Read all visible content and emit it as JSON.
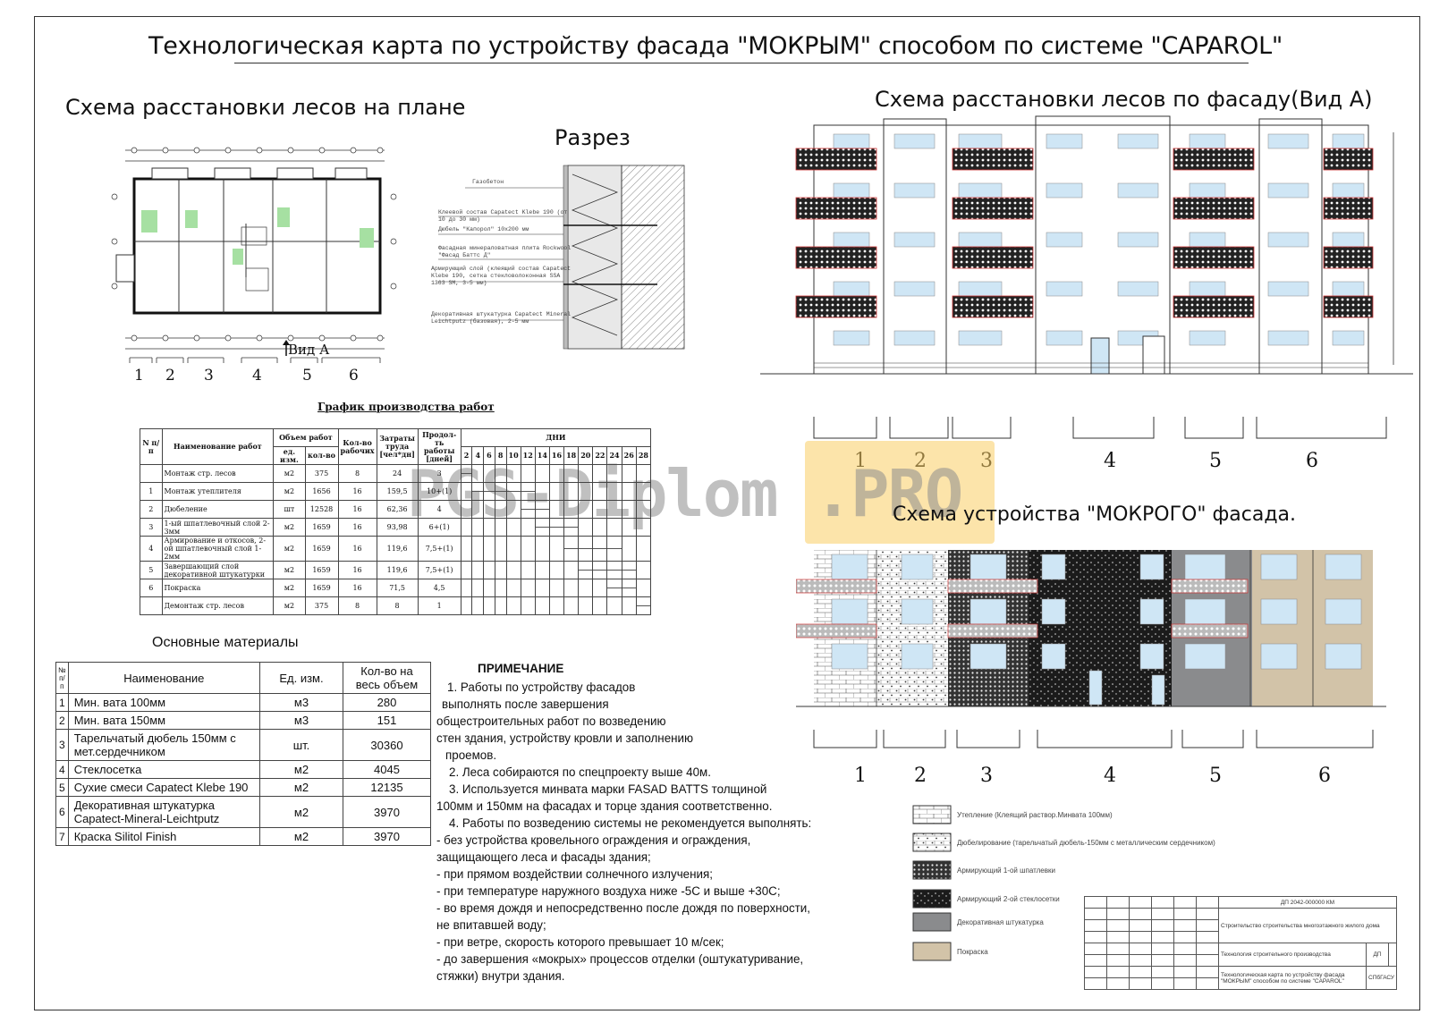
{
  "title": "Технологическая карта по устройству фасада \"МОКРЫМ\" способом по системе \"CAPAROL\"",
  "plan": {
    "heading": "Схема расстановки лесов на плане",
    "view_label": "Вид А",
    "sections": [
      "1",
      "2",
      "3",
      "4",
      "5",
      "6"
    ]
  },
  "section_cut": {
    "heading": "Разрез",
    "labels": [
      "Газобетон",
      "Клеевой состав Capatect Klebe 190 (от 10 до 30 мм)",
      "Дюбель \"Капорол\" 10x200 мм",
      "Фасадная минераловатная плита Rockwool \"Фасад Баттс Д\"",
      "Армирующий слой (клеящий состав Capatect Klebe 190, сетка стекловолоконная SSA 1363 SM, 3-5 мм)",
      "Декоративная штукатурка Capatect Mineral Leichtputz (базовая), 2-5 мм"
    ]
  },
  "facade": {
    "heading": "Схема расстановки лесов по фасаду(Вид А)",
    "sections": [
      "1",
      "2",
      "3",
      "4",
      "5",
      "6"
    ]
  },
  "wet": {
    "heading": "Схема устройства \"МОКРОГО\" фасада.",
    "sections": [
      "1",
      "2",
      "3",
      "4",
      "5",
      "6"
    ],
    "colors": {
      "wall": "#ffffff",
      "grey": "#8a8b8d",
      "beige": "#d2c3a8",
      "black": "#1b1b1b",
      "window": "#cfe6f5"
    }
  },
  "watermark": "PGS-Diplom .PRO",
  "schedule": {
    "heading": "График производства работ",
    "headers": {
      "n": "N п/п",
      "name": "Наименование работ",
      "volume": "Объем работ",
      "unit": "ед. изм.",
      "qty": "кол-во",
      "workers": "Кол-во рабочих",
      "labor": "Затраты труда [чел*дн]",
      "duration": "Продол-ть работы [дней]",
      "days": "ДНИ"
    },
    "day_marks": [
      "2",
      "4",
      "6",
      "8",
      "10",
      "12",
      "14",
      "16",
      "18",
      "20",
      "22",
      "24",
      "26",
      "28"
    ],
    "rows": [
      {
        "n": "",
        "name": "Монтаж стр. лесов",
        "unit": "м2",
        "qty": "375",
        "workers": "8",
        "labor": "24",
        "dur": "3"
      },
      {
        "n": "1",
        "name": "Монтаж утеплителя",
        "unit": "м2",
        "qty": "1656",
        "workers": "16",
        "labor": "159,5",
        "dur": "10+(1)"
      },
      {
        "n": "2",
        "name": "Дюбеление",
        "unit": "шт",
        "qty": "12528",
        "workers": "16",
        "labor": "62,36",
        "dur": "4"
      },
      {
        "n": "3",
        "name": "1-ый шпатлевочный слой 2-3мм",
        "unit": "м2",
        "qty": "1659",
        "workers": "16",
        "labor": "93,98",
        "dur": "6+(1)"
      },
      {
        "n": "4",
        "name": "Армирование и откосов, 2-ой шпатлевочный слой 1-2мм",
        "unit": "м2",
        "qty": "1659",
        "workers": "16",
        "labor": "119,6",
        "dur": "7,5+(1)"
      },
      {
        "n": "5",
        "name": "Завершающий слой декоративной штукатурки",
        "unit": "м2",
        "qty": "1659",
        "workers": "16",
        "labor": "119,6",
        "dur": "7,5+(1)"
      },
      {
        "n": "6",
        "name": "Покраска",
        "unit": "м2",
        "qty": "1659",
        "workers": "16",
        "labor": "71,5",
        "dur": "4,5"
      },
      {
        "n": "",
        "name": "Демонтаж стр. лесов",
        "unit": "м2",
        "qty": "375",
        "workers": "8",
        "labor": "8",
        "dur": "1"
      }
    ]
  },
  "materials": {
    "heading": "Основные материалы",
    "headers": {
      "n": "№ п/п",
      "name": "Наименование",
      "unit": "Ед. изм.",
      "qty": "Кол-во на весь объем"
    },
    "rows": [
      {
        "n": "1",
        "name": "Мин. вата 100мм",
        "unit": "м3",
        "qty": "280"
      },
      {
        "n": "2",
        "name": "Мин. вата 150мм",
        "unit": "м3",
        "qty": "151"
      },
      {
        "n": "3",
        "name": "Тарельчатый дюбель 150мм с мет.сердечником",
        "unit": "шт.",
        "qty": "30360"
      },
      {
        "n": "4",
        "name": "Стеклосетка",
        "unit": "м2",
        "qty": "4045"
      },
      {
        "n": "5",
        "name": "Сухие смеси Capatect Klebe 190",
        "unit": "м2",
        "qty": "12135"
      },
      {
        "n": "6",
        "name": "Декоративная штукатурка Capatect-Mineral-Leichtputz",
        "unit": "м2",
        "qty": "3970"
      },
      {
        "n": "7",
        "name": "Краска Silitol Finish",
        "unit": "м2",
        "qty": "3970"
      }
    ]
  },
  "note": {
    "heading": "ПРИМЕЧАНИЕ",
    "lines": [
      "1. Работы по устройству фасадов",
      "выполнять после завершения",
      "общестроительных работ по возведению",
      "стен здания, устройству кровли и заполнению",
      "проемов.",
      "2. Леса собираются по спецпроекту выше 40м.",
      "3. Используется минвата марки FASAD BATTS толщиной",
      "100мм и 150мм на фасадах и торце здания соответственно.",
      "4. Работы по возведению системы не рекомендуется выполнять:",
      "- без устройства кровельного ограждения и ограждения,",
      "защищающего леса и фасады здания;",
      "- при прямом воздействии солнечного излучения;",
      "- при температуре наружного воздуха ниже -5С и выше +30С;",
      "- во время дождя и непосредственно после дождя по поверхности,",
      "не впитавшей воду;",
      "- при ветре, скорость которого превышает 10 м/сек;",
      "- до завершения «мокрых» процессов отделки (оштукатуривание,",
      "стяжки) внутри здания."
    ]
  },
  "legend": [
    {
      "label": "Утепление (Клеящий раствор.Минвата 100мм)",
      "pattern": "brick"
    },
    {
      "label": "Дюбелирование (тарельчатый дюбель-150мм с металлическим сердечником)",
      "pattern": "dots"
    },
    {
      "label": "Армирующий 1-ой шпатлевки",
      "pattern": "dense"
    },
    {
      "label": "Армирующий 2-ой стеклосетки",
      "pattern": "black"
    },
    {
      "label": "Декоративная штукатурка",
      "pattern": "grey"
    },
    {
      "label": "Покраска",
      "pattern": "beige"
    }
  ],
  "stamp": {
    "code": "ДП 2042-000000 КМ",
    "project": "Строительство строительства многоэтажного жилого дома",
    "sheet_title": "Технология строительного производства",
    "drawing": "Технологическая карта по устройству фасада \"МОКРЫМ\" способом по системе \"CAPAROL\"",
    "stage": "ДП",
    "org": "СПбГАСУ"
  }
}
